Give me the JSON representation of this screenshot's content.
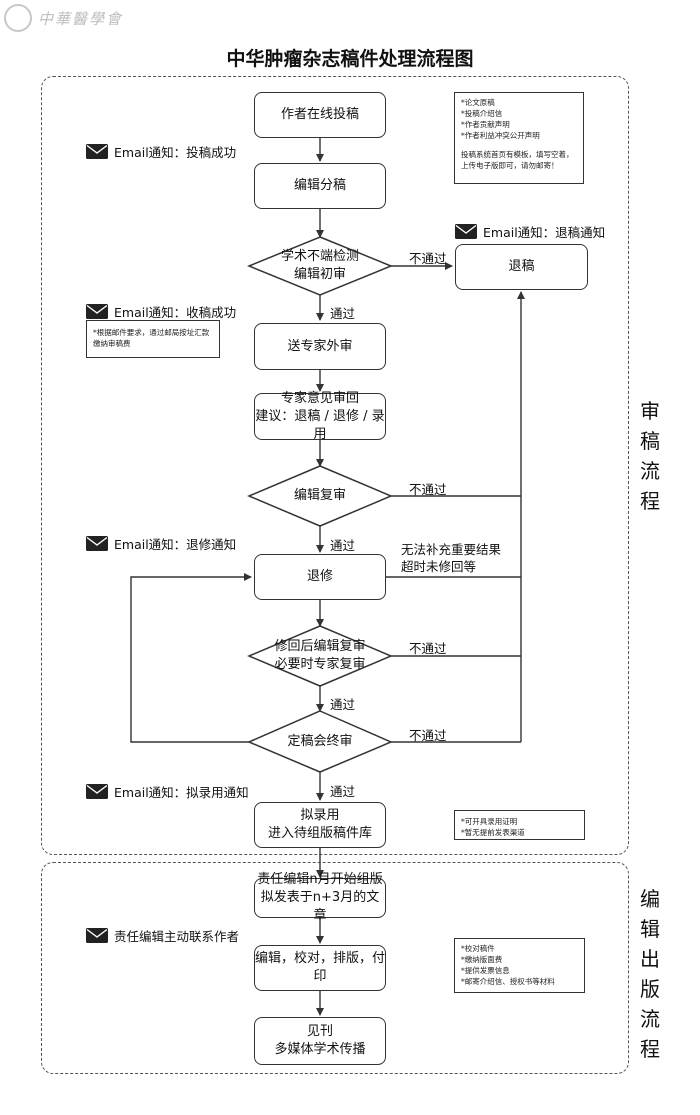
{
  "header": {
    "logo_text": "中華醫學會"
  },
  "title": "中华肿瘤杂志稿件处理流程图",
  "regions": {
    "review": {
      "label": [
        "审",
        "稿",
        "流",
        "程"
      ]
    },
    "publish": {
      "label": [
        "编",
        "辑",
        "出",
        "版",
        "流",
        "程"
      ]
    }
  },
  "boxes": {
    "submit": [
      "作者在线投稿"
    ],
    "assign": [
      "编辑分稿"
    ],
    "reject": [
      "退稿"
    ],
    "external": [
      "送专家外审"
    ],
    "opinion": [
      "专家意见审回",
      "建议：退稿 / 退修 / 录用"
    ],
    "revise": [
      "退修"
    ],
    "accept": [
      "拟录用",
      "进入待组版稿件库"
    ],
    "compose": [
      "责任编辑n月开始组版",
      "拟发表于n+3月的文章"
    ],
    "edit": [
      "编辑，校对，排版，付印"
    ],
    "publish": [
      "见刊",
      "多媒体学术传播"
    ]
  },
  "diamonds": {
    "initial": [
      "学术不端检测",
      "编辑初审"
    ],
    "recheck": [
      "编辑复审"
    ],
    "revised": [
      "修回后编辑复审",
      "必要时专家复审"
    ],
    "final": [
      "定稿会终审"
    ]
  },
  "edge_labels": {
    "fail": "不通过",
    "pass": "通过",
    "cannot_add": [
      "无法补充重要结果",
      "超时未修回等"
    ]
  },
  "notifications": {
    "submit_success": "Email通知：投稿成功",
    "reject": "Email通知：退稿通知",
    "received": "Email通知：收稿成功",
    "revision": "Email通知：退修通知",
    "accept": "Email通知：拟录用通知",
    "contact": "责任编辑主动联系作者"
  },
  "notes": {
    "submission": [
      "*论文原稿",
      "*投稿介绍信",
      "*作者贡献声明",
      "*作者利益冲突公开声明",
      "",
      "投稿系统首页有模板，填写空着，",
      "上传电子版即可，请勿邮寄！"
    ],
    "fee": [
      "*根据邮件要求，通过邮局按址汇款",
      "缴纳审稿费"
    ],
    "accept": [
      "*可开具录用证明",
      "*暂无提前发表渠道"
    ],
    "publish": [
      "*校对稿件",
      "*缴纳版面费",
      "*提供发票信息",
      "*邮寄介绍信、授权书等材料"
    ]
  }
}
